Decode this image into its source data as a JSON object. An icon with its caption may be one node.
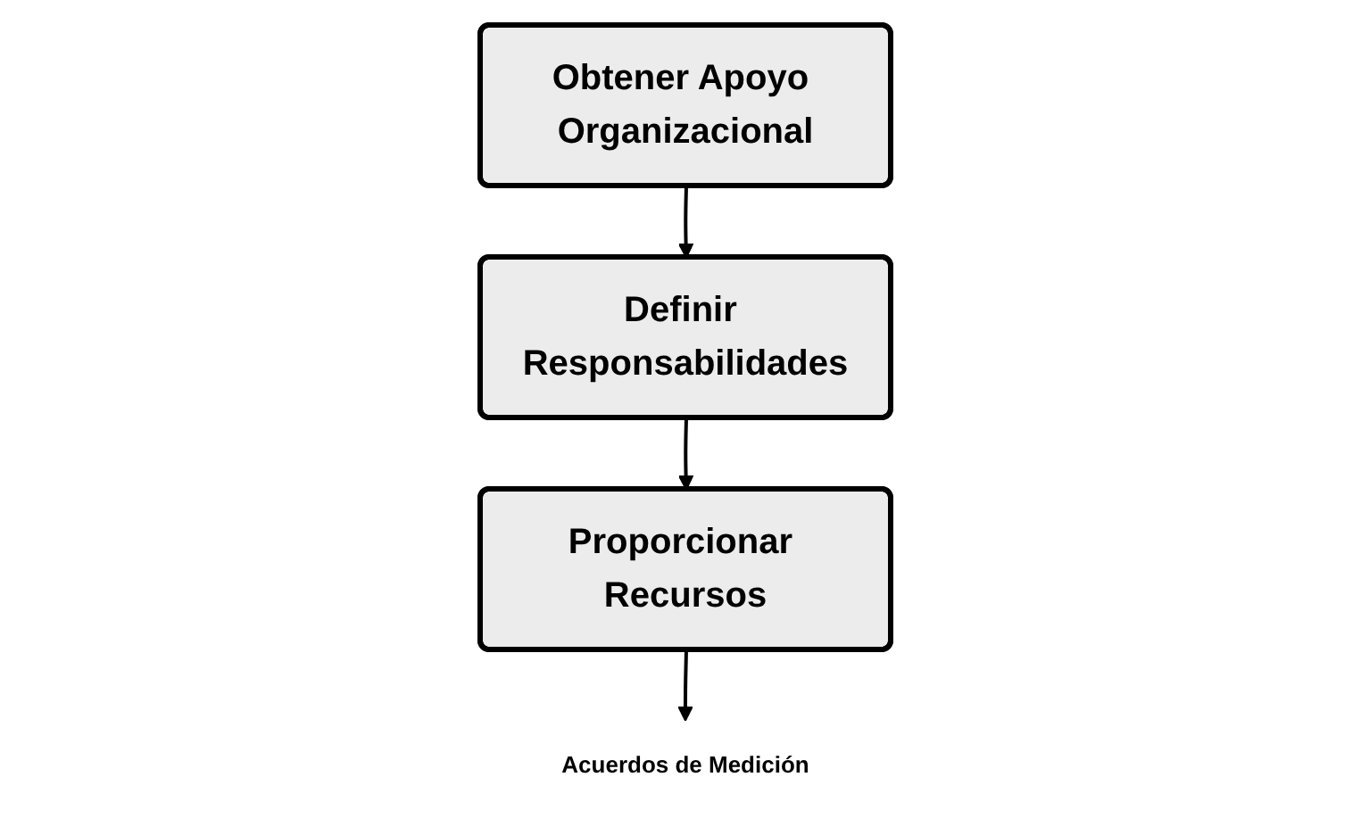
{
  "diagram": {
    "nodes": [
      {
        "text": [
          "Obtener Apoyo Organizacional"
        ]
      },
      {
        "text": [
          "Definir Responsabilidades"
        ]
      },
      {
        "text": [
          "Proporcionar Recursos"
        ]
      },
      {
        "text": [
          "Acuerdos de Medición"
        ]
      }
    ],
    "edges": [
      {
        "from": 0,
        "to": 1,
        "arrow": "to"
      },
      {
        "from": 1,
        "to": 2,
        "arrow": "to"
      },
      {
        "from": 2,
        "to": 3,
        "arrow": "to"
      }
    ]
  }
}
